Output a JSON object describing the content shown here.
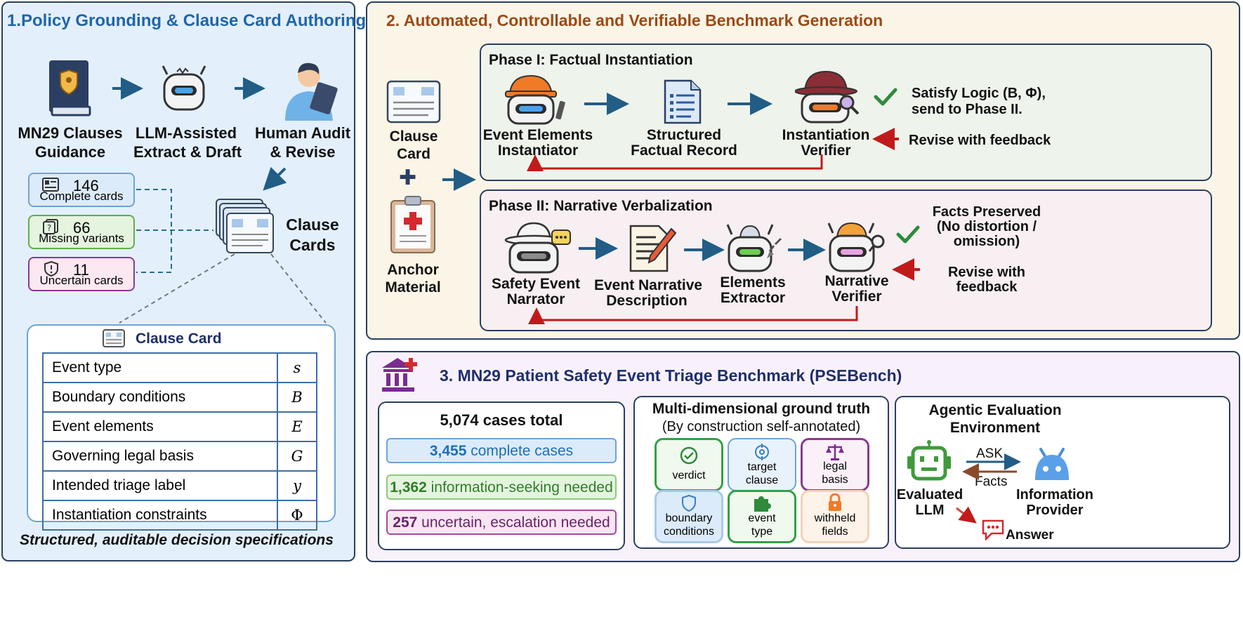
{
  "panel1": {
    "title": "1.Policy Grounding & Clause Card Authoring",
    "pipeline": [
      {
        "line1": "MN29 Clauses",
        "line2": "Guidance"
      },
      {
        "line1": "LLM-Assisted",
        "line2": "Extract & Draft"
      },
      {
        "line1": "Human Audit",
        "line2": "& Revise"
      }
    ],
    "stats": [
      {
        "value": "146",
        "label": "Complete cards"
      },
      {
        "value": "66",
        "label": "Missing variants"
      },
      {
        "value": "11",
        "label": "Uncertain cards"
      }
    ],
    "clause_cards_label": {
      "line1": "Clause",
      "line2": "Cards"
    },
    "clause_card": {
      "title": "Clause Card",
      "rows": [
        {
          "field": "Event type",
          "symbol": "s"
        },
        {
          "field": "Boundary conditions",
          "symbol": "B"
        },
        {
          "field": "Event elements",
          "symbol": "E"
        },
        {
          "field": "Governing legal basis",
          "symbol": "G"
        },
        {
          "field": "Intended triage label",
          "symbol": "y"
        },
        {
          "field": "Instantiation constraints",
          "symbol": "Φ"
        }
      ]
    },
    "footer": "Structured, auditable decision specifications"
  },
  "panel2": {
    "title": "2. Automated, Controllable and Verifiable Benchmark Generation",
    "inputs": {
      "card_line1": "Clause",
      "card_line2": "Card",
      "plus": "✚",
      "anchor_line1": "Anchor",
      "anchor_line2": "Material"
    },
    "phase1": {
      "title": "Phase I: Factual Instantiation",
      "steps": [
        {
          "line1": "Event Elements",
          "line2": "Instantiator"
        },
        {
          "line1": "Structured",
          "line2": "Factual Record"
        },
        {
          "line1": "Instantiation",
          "line2": "Verifier"
        }
      ],
      "pass_line1": "Satisfy Logic (B, Φ),",
      "pass_line2": "send to Phase II.",
      "revise": "Revise with feedback"
    },
    "phase2": {
      "title": "Phase II: Narrative Verbalization",
      "steps": [
        {
          "line1": "Safety Event",
          "line2": "Narrator"
        },
        {
          "line1": "Event Narrative",
          "line2": "Description"
        },
        {
          "line1": "Elements",
          "line2": "Extractor"
        },
        {
          "line1": "Narrative",
          "line2": "Verifier"
        }
      ],
      "pass_line1": "Facts Preserved",
      "pass_line2": "(No distortion /",
      "pass_line3": "omission)",
      "revise_line1": "Revise with",
      "revise_line2": "feedback"
    }
  },
  "panel3": {
    "title": "3. MN29 Patient Safety Event Triage Benchmark (PSEBench)",
    "cases": {
      "total": "5,074 cases total",
      "rows": [
        {
          "count": "3,455",
          "label": "complete cases"
        },
        {
          "count": "1,362",
          "label": "information-seeking needed"
        },
        {
          "count": "257",
          "label": "uncertain, escalation needed"
        }
      ]
    },
    "ground_truth": {
      "title": "Multi-dimensional ground truth",
      "subtitle": "(By construction self-annotated)",
      "items": [
        {
          "line1": "verdict",
          "line2": ""
        },
        {
          "line1": "target",
          "line2": "clause"
        },
        {
          "line1": "legal",
          "line2": "basis"
        },
        {
          "line1": "boundary",
          "line2": "conditions"
        },
        {
          "line1": "event",
          "line2": "type"
        },
        {
          "line1": "withheld",
          "line2": "fields"
        }
      ]
    },
    "agentic": {
      "title_line1": "Agentic Evaluation",
      "title_line2": "Environment",
      "ask": "ASK",
      "facts": "Facts",
      "llm_line1": "Evaluated",
      "llm_line2": "LLM",
      "provider_line1": "Information",
      "provider_line2": "Provider",
      "answer": "Answer"
    }
  },
  "colors": {
    "panel1_bg": "#e3f0fc",
    "panel2_bg": "#fbf5e7",
    "panel3_bg": "#f8f1fb",
    "panel1_title": "#2165a8",
    "panel2_title": "#9c4a15",
    "panel3_title": "#1d2f6b",
    "arrow": "#225d85",
    "revise_arrow": "#c11a1a",
    "check": "#2f8a3c"
  }
}
